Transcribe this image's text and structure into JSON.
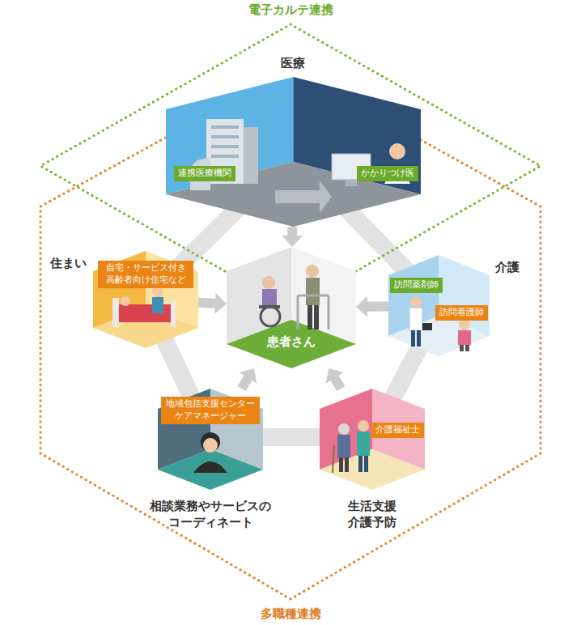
{
  "diagram": {
    "nodes": [
      {
        "text": [
          "医療"
        ]
      },
      {
        "text": [
          "連携医療機関"
        ],
        "in": 0
      },
      {
        "text": [
          "かかりつけ医"
        ],
        "in": 0
      },
      {
        "text": [
          "住まい"
        ]
      },
      {
        "text": [
          "自宅・サービス付き 高齢者向け住宅など"
        ],
        "in": 3
      },
      {
        "text": [
          "患者さん"
        ]
      },
      {
        "text": [
          "介護"
        ]
      },
      {
        "text": [
          "訪問薬剤師"
        ],
        "in": 6
      },
      {
        "text": [
          "訪問看護師"
        ],
        "in": 6
      },
      {
        "text": [
          "相談業務やサービスの コーディネート"
        ]
      },
      {
        "text": [
          "地域包括支援センター ケアマネージャー"
        ],
        "in": 9
      },
      {
        "text": [
          "生活支援 介護予防"
        ]
      },
      {
        "text": [
          "介護福祉士"
        ],
        "in": 11
      }
    ],
    "edges": [
      {
        "from": 0,
        "to": 5,
        "arrow": "to"
      },
      {
        "from": 3,
        "to": 5,
        "arrow": "to"
      },
      {
        "from": 6,
        "to": 5,
        "arrow": "to"
      },
      {
        "from": 9,
        "to": 5,
        "arrow": "to"
      },
      {
        "from": 11,
        "to": 5,
        "arrow": "to"
      }
    ],
    "labels": [
      "電子カルテ連携",
      "多職種連携"
    ]
  }
}
